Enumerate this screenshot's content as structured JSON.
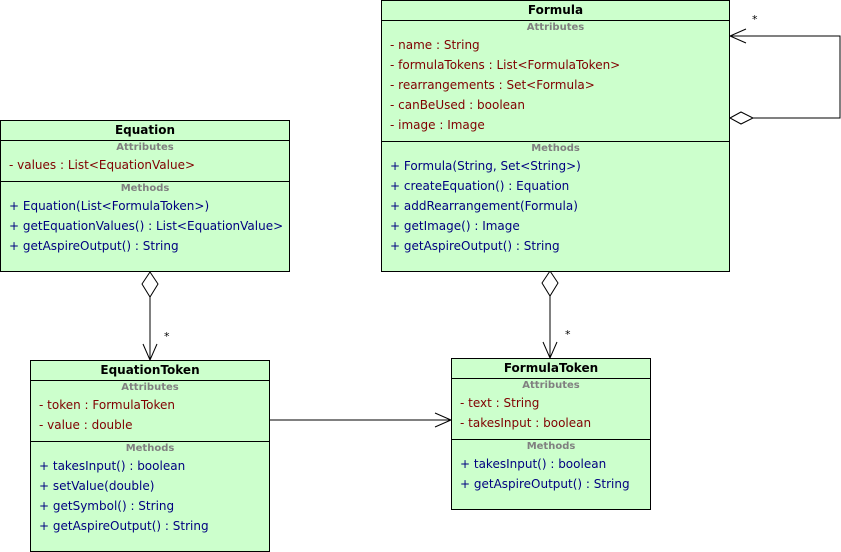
{
  "classes": {
    "formula": {
      "name": "Formula",
      "attributes_label": "Attributes",
      "attributes": [
        "- name : String",
        "- formulaTokens : List<FormulaToken>",
        "- rearrangements : Set<Formula>",
        "- canBeUsed : boolean",
        "- image : Image"
      ],
      "methods_label": "Methods",
      "methods": [
        "+ Formula(String, Set<String>)",
        "+ createEquation() : Equation",
        "+ addRearrangement(Formula)",
        "+ getImage() : Image",
        "+ getAspireOutput() : String"
      ]
    },
    "equation": {
      "name": "Equation",
      "attributes_label": "Attributes",
      "attributes": [
        "- values : List<EquationValue>"
      ],
      "methods_label": "Methods",
      "methods": [
        "+ Equation(List<FormulaToken>)",
        "+ getEquationValues() : List<EquationValue>",
        "+ getAspireOutput() : String"
      ]
    },
    "equation_token": {
      "name": "EquationToken",
      "attributes_label": "Attributes",
      "attributes": [
        "- token : FormulaToken",
        "- value : double"
      ],
      "methods_label": "Methods",
      "methods": [
        "+ takesInput() : boolean",
        "+ setValue(double)",
        "+ getSymbol() : String",
        "+ getAspireOutput() : String"
      ]
    },
    "formula_token": {
      "name": "FormulaToken",
      "attributes_label": "Attributes",
      "attributes": [
        "- text : String",
        "- takesInput : boolean"
      ],
      "methods_label": "Methods",
      "methods": [
        "+ takesInput() : boolean",
        "+ getAspireOutput() : String"
      ]
    }
  },
  "multiplicities": {
    "formula_self": "*",
    "equation_to_token": "*",
    "formula_to_token": "*"
  },
  "colors": {
    "class_fill": "#ccffcc",
    "attribute_text": "#800000",
    "method_text": "#000080",
    "section_label": "#808080"
  }
}
